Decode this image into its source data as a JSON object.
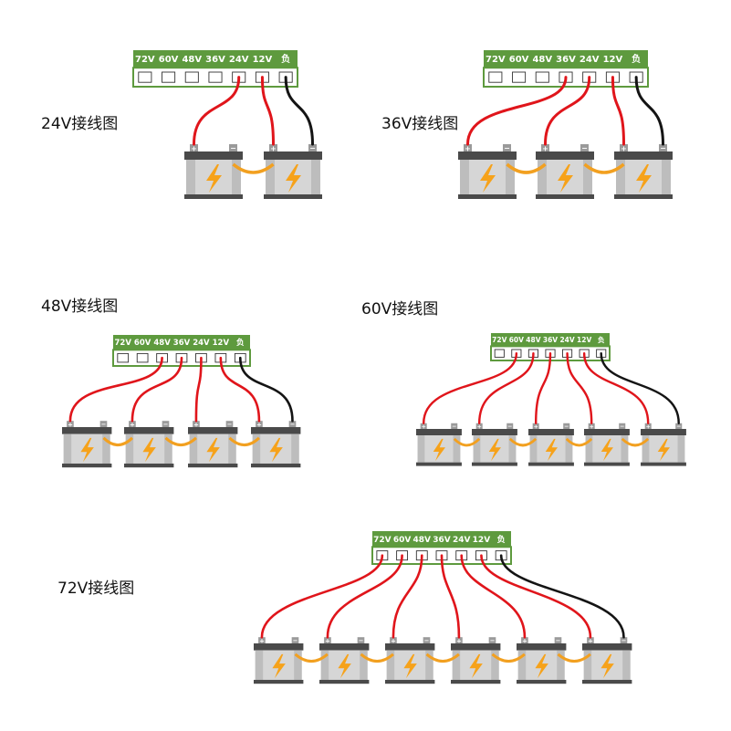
{
  "terminal_labels": [
    "72V",
    "60V",
    "48V",
    "36V",
    "24V",
    "12V",
    "负"
  ],
  "colors": {
    "board_green": "#5e9a3e",
    "positive_wire": "#e0151b",
    "negative_wire": "#141414",
    "bridge_wire": "#f2a020",
    "bolt": "#f6a21a",
    "battery_body": "#d6d6d6"
  },
  "icons": {
    "battery": "battery-icon",
    "bolt": "lightning-bolt-icon"
  },
  "diagrams": [
    {
      "title": "24V接线图",
      "batteries": 2,
      "tap_terminal": "24V"
    },
    {
      "title": "36V接线图",
      "batteries": 3,
      "tap_terminal": "36V"
    },
    {
      "title": "48V接线图",
      "batteries": 4,
      "tap_terminal": "48V"
    },
    {
      "title": "60V接线图",
      "batteries": 5,
      "tap_terminal": "60V"
    },
    {
      "title": "72V接线图",
      "batteries": 6,
      "tap_terminal": "72V"
    }
  ]
}
